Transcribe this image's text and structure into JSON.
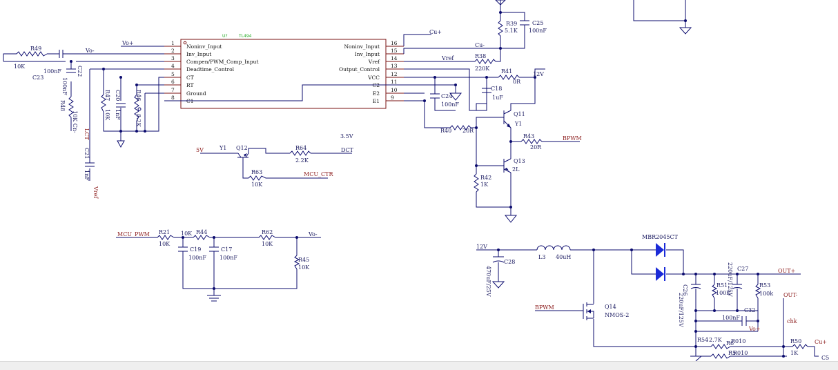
{
  "ic": {
    "designator": "U?",
    "part": "TL494",
    "left_pins": [
      {
        "num": "1",
        "name": "Noninv_Input"
      },
      {
        "num": "2",
        "name": "Inv_Input"
      },
      {
        "num": "3",
        "name": "Compen/PWM_Comp_Input"
      },
      {
        "num": "4",
        "name": "Deadtime_Control"
      },
      {
        "num": "5",
        "name": "CT"
      },
      {
        "num": "6",
        "name": "RT"
      },
      {
        "num": "7",
        "name": "Ground"
      },
      {
        "num": "8",
        "name": "C1"
      }
    ],
    "right_pins": [
      {
        "num": "16",
        "name": "Noninv_Input"
      },
      {
        "num": "15",
        "name": "Inv_Input"
      },
      {
        "num": "14",
        "name": "Vref"
      },
      {
        "num": "13",
        "name": "Output_Control"
      },
      {
        "num": "12",
        "name": "VCC"
      },
      {
        "num": "11",
        "name": "C2"
      },
      {
        "num": "10",
        "name": "E2"
      },
      {
        "num": "9",
        "name": "E1"
      }
    ]
  },
  "components": [
    {
      "id": "R49",
      "ref": "R49",
      "value": "10K"
    },
    {
      "id": "C23",
      "ref": "C23",
      "value": "100nF"
    },
    {
      "id": "C22",
      "ref": "C22",
      "value": "100nF"
    },
    {
      "id": "R48",
      "ref": "R48",
      "value": "10K Cn-"
    },
    {
      "id": "C21",
      "ref": "C21",
      "value": "1nF"
    },
    {
      "id": "R47",
      "ref": "R47",
      "value": "10K"
    },
    {
      "id": "C20",
      "ref": "C20",
      "value": "1nF"
    },
    {
      "id": "R46",
      "ref": "R46",
      "value": "8.2K"
    },
    {
      "id": "R39",
      "ref": "R39",
      "value": "5.1K"
    },
    {
      "id": "C25",
      "ref": "C25",
      "value": "100nF"
    },
    {
      "id": "R38",
      "ref": "R38",
      "value": "220K"
    },
    {
      "id": "R41",
      "ref": "R41",
      "value": "0R"
    },
    {
      "id": "C18",
      "ref": "C18",
      "value": "1uF"
    },
    {
      "id": "C24",
      "ref": "C24",
      "value": "100nF"
    },
    {
      "id": "Q11",
      "ref": "Q11",
      "value": "Y1"
    },
    {
      "id": "R40",
      "ref": "R40",
      "value": "20R"
    },
    {
      "id": "R43",
      "ref": "R43",
      "value": "20R"
    },
    {
      "id": "Q13",
      "ref": "Q13",
      "value": "2L"
    },
    {
      "id": "R42",
      "ref": "R42",
      "value": "1K"
    },
    {
      "id": "Q12",
      "ref": "Q12",
      "value": "Y1"
    },
    {
      "id": "R64",
      "ref": "R64",
      "value": "2.2K"
    },
    {
      "id": "R63",
      "ref": "R63",
      "value": "10K"
    },
    {
      "id": "R21",
      "ref": "R21",
      "value": "10K"
    },
    {
      "id": "R44",
      "ref": "R44",
      "value": "10K"
    },
    {
      "id": "C19",
      "ref": "C19",
      "value": "100nF"
    },
    {
      "id": "C17",
      "ref": "C17",
      "value": "100nF"
    },
    {
      "id": "R62",
      "ref": "R62",
      "value": "10K"
    },
    {
      "id": "R45",
      "ref": "R45",
      "value": "10K"
    },
    {
      "id": "C28",
      "ref": "C28",
      "value": "470uF/25V"
    },
    {
      "id": "L3",
      "ref": "L3",
      "value": "40uH"
    },
    {
      "id": "MBR",
      "ref": "",
      "value": "MBR2045CT"
    },
    {
      "id": "Q14",
      "ref": "Q14",
      "value": "NMOS-2"
    },
    {
      "id": "C26",
      "ref": "C26",
      "value": "220uF/125V"
    },
    {
      "id": "R51",
      "ref": "R51",
      "value": "100K"
    },
    {
      "id": "C29",
      "ref": "",
      "value": "220uF/125V"
    },
    {
      "id": "C27",
      "ref": "C27",
      "value": ""
    },
    {
      "id": "R53",
      "ref": "R53",
      "value": "100k"
    },
    {
      "id": "C32",
      "ref": "C32",
      "value": "100nF"
    },
    {
      "id": "R54",
      "ref": "R54",
      "value": "2.7K"
    },
    {
      "id": "R6",
      "ref": "R6",
      "value": "R010"
    },
    {
      "id": "R5",
      "ref": "R5",
      "value": "R010"
    },
    {
      "id": "R50",
      "ref": "R50",
      "value": "1K"
    },
    {
      "id": "C5",
      "ref": "C5",
      "value": ""
    }
  ],
  "net_labels": {
    "vo_plus": "Vo+",
    "vo_minus": "Vo-",
    "cu_plus": "Cu+",
    "cu_minus": "Cu-",
    "vref_top": "Vref",
    "vref_bottom": "Vref",
    "v12_top": "12V",
    "bpwm_out": "BPWM",
    "v5": "5V",
    "v35": "3.5V",
    "dct": "DCT",
    "mcu_ctr": "MCU_CTR",
    "mcu_pwm": "MCU_PWM",
    "vo_minus_mid": "Vo-",
    "v12_bottom": "12V",
    "bpwm_in": "BPWM",
    "out_plus": "OUT+",
    "out_minus": "OUT-",
    "vo_plus_bottom": "Vo+",
    "chk": "chk",
    "cu_plus_bottom": "Cu+"
  }
}
